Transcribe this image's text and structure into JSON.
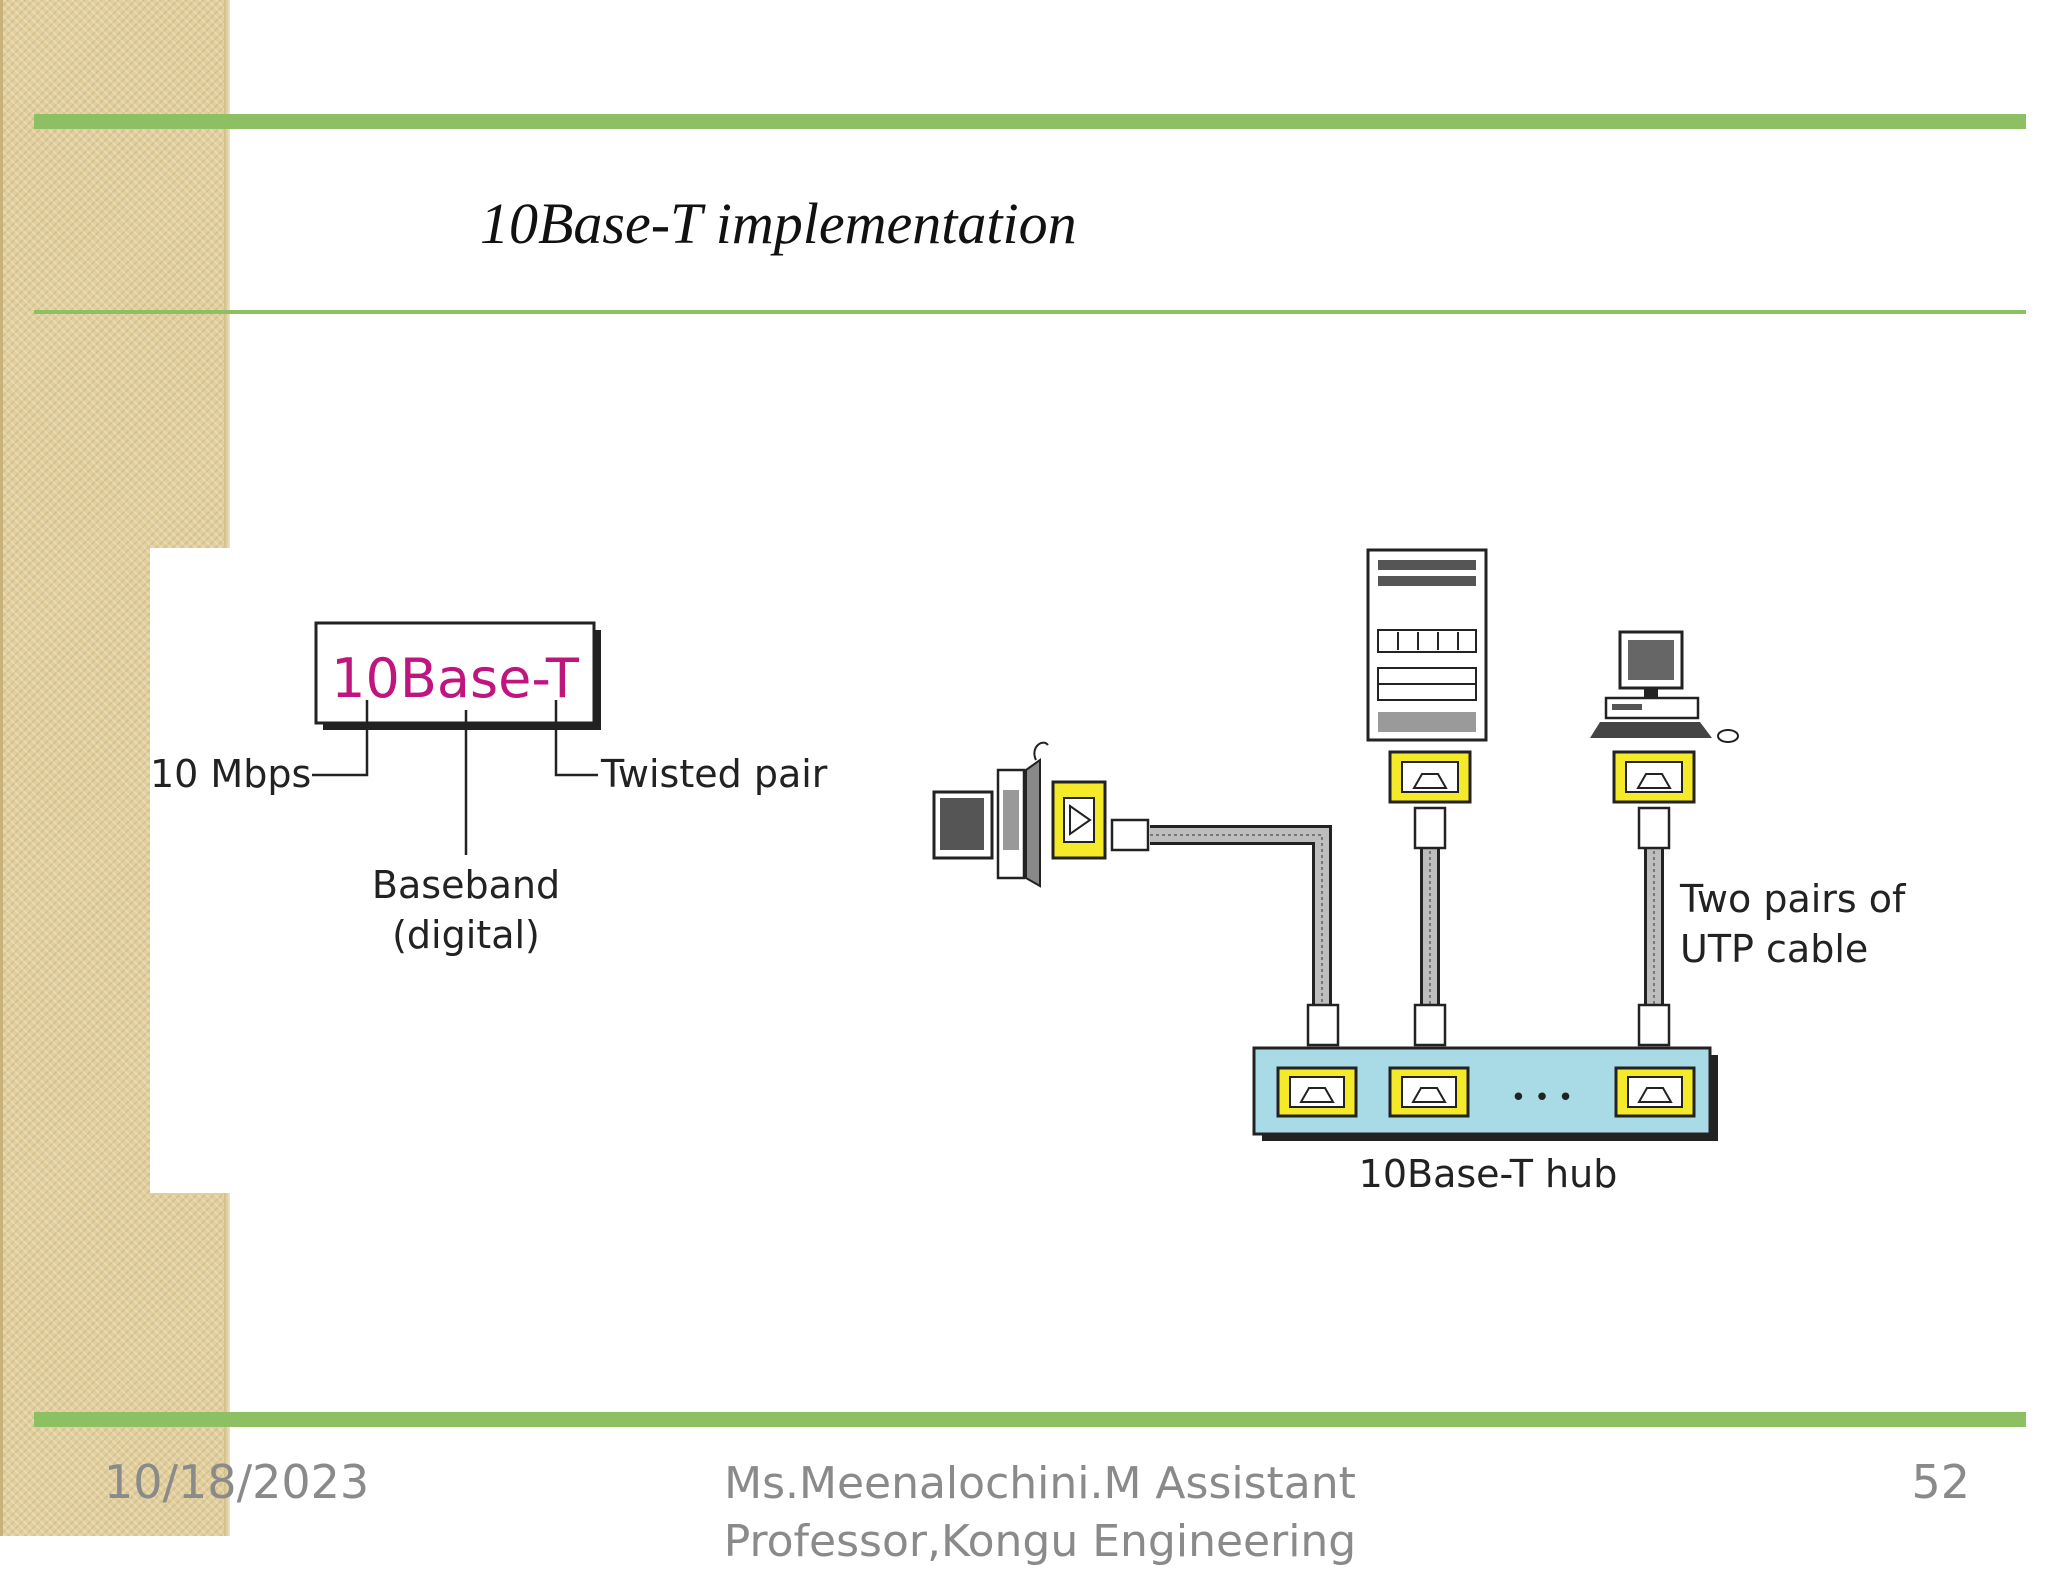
{
  "slide": {
    "title": "10Base-T implementation",
    "footer_date": "10/18/2023",
    "footer_author": "Ms.Meenalochini.M Assistant Professor,Kongu Engineering",
    "page_number": "52"
  },
  "diagram": {
    "name_box": "10Base-T",
    "label_rate": "10 Mbps",
    "label_medium": "Twisted pair",
    "label_signal_1": "Baseband",
    "label_signal_2": "(digital)",
    "cable_label_1": "Two pairs of",
    "cable_label_2": "UTP cable",
    "hub_label": "10Base-T hub",
    "hub_ellipsis": "• • •",
    "colors": {
      "name_box_text": "#c0157f",
      "port": "#f5ea2a",
      "hub": "#a9dbe6",
      "accent": "#8cc063"
    }
  }
}
